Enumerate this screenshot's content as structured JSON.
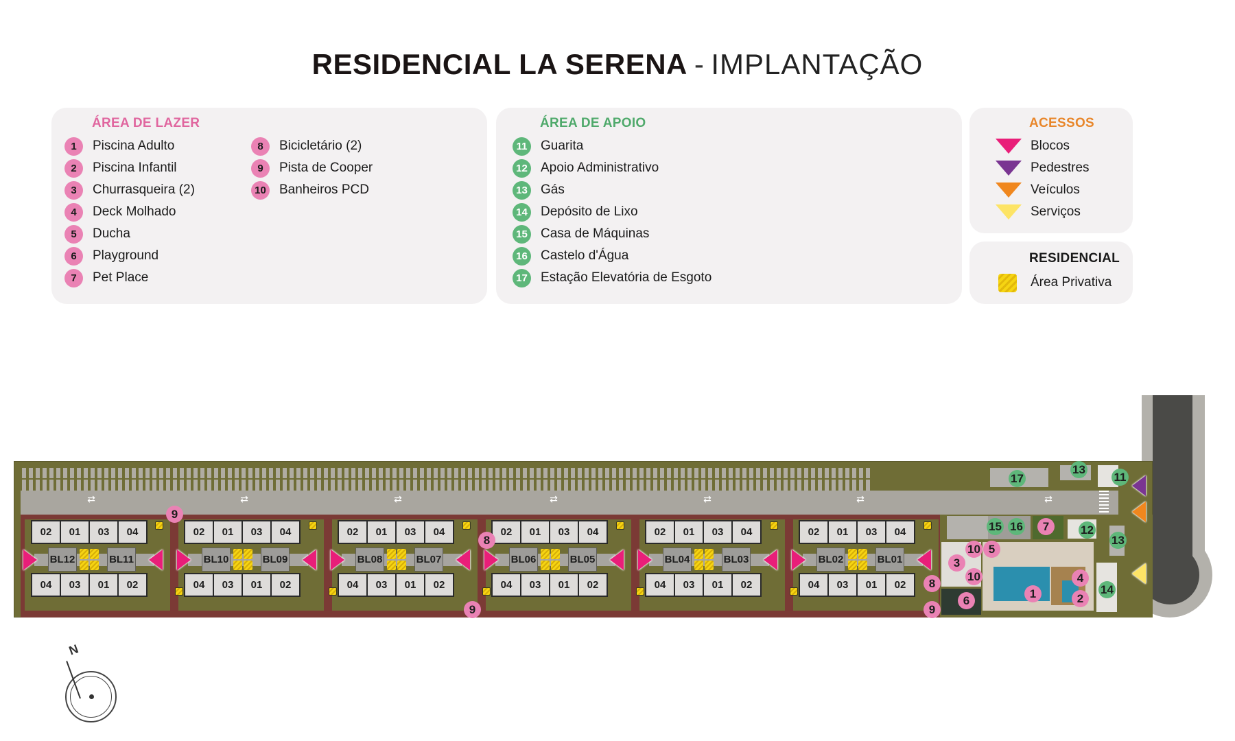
{
  "title": {
    "bold": "RESIDENCIAL LA SERENA",
    "separator": "-",
    "thin": "IMPLANTAÇÃO"
  },
  "legend": {
    "lazer": {
      "heading": "ÁREA DE LAZER",
      "color": "#e0669f",
      "items": [
        {
          "num": "1",
          "label": "Piscina Adulto"
        },
        {
          "num": "2",
          "label": "Piscina Infantil"
        },
        {
          "num": "3",
          "label": "Churrasqueira (2)"
        },
        {
          "num": "4",
          "label": "Deck Molhado"
        },
        {
          "num": "5",
          "label": "Ducha"
        },
        {
          "num": "6",
          "label": "Playground"
        },
        {
          "num": "7",
          "label": "Pet Place"
        },
        {
          "num": "8",
          "label": "Bicicletário (2)"
        },
        {
          "num": "9",
          "label": "Pista de Cooper"
        },
        {
          "num": "10",
          "label": "Banheiros PCD"
        }
      ]
    },
    "apoio": {
      "heading": "ÁREA DE APOIO",
      "color": "#4fa96b",
      "items": [
        {
          "num": "11",
          "label": "Guarita"
        },
        {
          "num": "12",
          "label": "Apoio Administrativo"
        },
        {
          "num": "13",
          "label": "Gás"
        },
        {
          "num": "14",
          "label": "Depósito de Lixo"
        },
        {
          "num": "15",
          "label": "Casa de Máquinas"
        },
        {
          "num": "16",
          "label": "Castelo d'Água"
        },
        {
          "num": "17",
          "label": "Estação Elevatória de Esgoto"
        }
      ]
    },
    "acessos": {
      "heading": "ACESSOS",
      "color": "#e8862a",
      "items": [
        {
          "label": "Blocos",
          "color": "#e91e79"
        },
        {
          "label": "Pedestres",
          "color": "#7a3592"
        },
        {
          "label": "Veículos",
          "color": "#f0871e"
        },
        {
          "label": "Serviços",
          "color": "#fde466"
        }
      ]
    },
    "residencial": {
      "heading": "RESIDENCIAL",
      "items": [
        {
          "label": "Área Privativa",
          "color": "#f6d512"
        }
      ]
    }
  },
  "site_plan": {
    "blocks": [
      {
        "left": "BL12",
        "right": "BL11"
      },
      {
        "left": "BL10",
        "right": "BL09"
      },
      {
        "left": "BL08",
        "right": "BL07"
      },
      {
        "left": "BL06",
        "right": "BL05"
      },
      {
        "left": "BL04",
        "right": "BL03"
      },
      {
        "left": "BL02",
        "right": "BL01"
      }
    ],
    "units_top": [
      "02",
      "01",
      "03",
      "04"
    ],
    "units_bottom": [
      "04",
      "03",
      "01",
      "02"
    ],
    "road_arrow": "⇄",
    "markers": {
      "m9a": "9",
      "m9b": "9",
      "m9c": "9",
      "m8a": "8",
      "m8b": "8",
      "m1": "1",
      "m2": "2",
      "m3": "3",
      "m4": "4",
      "m5": "5",
      "m6": "6",
      "m7": "7",
      "m10a": "10",
      "m10b": "10",
      "m11": "11",
      "m12": "12",
      "m13a": "13",
      "m13b": "13",
      "m14": "14",
      "m15": "15",
      "m16": "16",
      "m17": "17"
    }
  },
  "compass": {
    "label": "N"
  }
}
